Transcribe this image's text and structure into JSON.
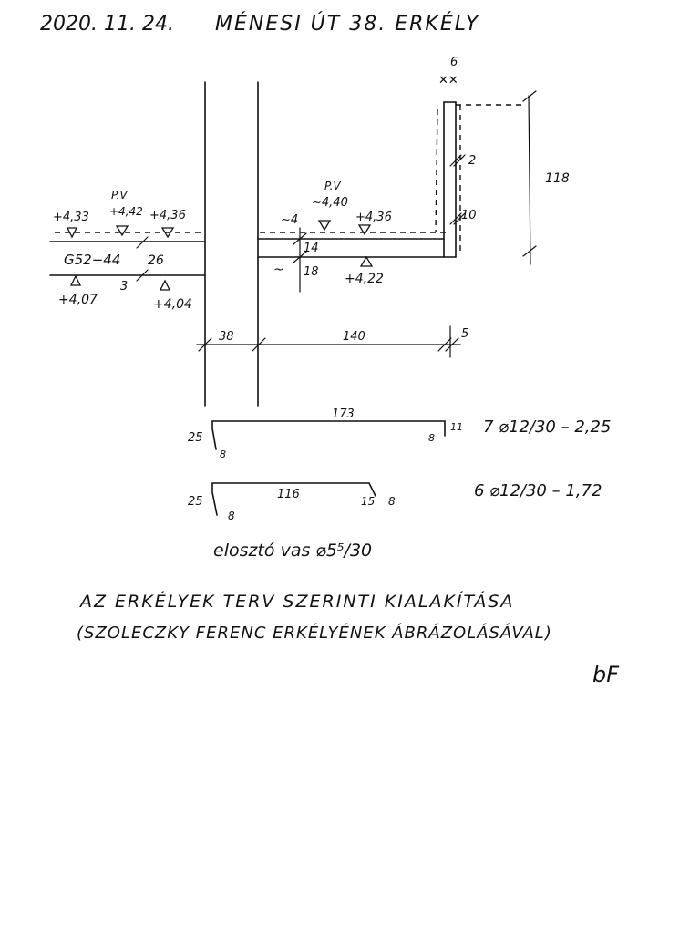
{
  "header": {
    "date": "2020. 11. 24.",
    "location": "MÉNESI ÚT 38. ERKÉLY"
  },
  "section": {
    "dims": {
      "top_bars": "6",
      "wall_seg": "2",
      "parapet_h": "118",
      "cap": "10",
      "slab_t": "14",
      "under_18": "18",
      "minus4": "~4",
      "d38": "38",
      "d140": "140",
      "d5": "5",
      "d3": "3",
      "d26": "26"
    },
    "levels": {
      "pv_left": "P.V",
      "l433": "+4,33",
      "l442": "+4,42",
      "l436a": "+4,36",
      "pv_mid": "P.V",
      "l440": "~4,40",
      "l436b": "+4,36",
      "l422": "+4,22",
      "l407": "+4,07",
      "l404": "+4,04"
    },
    "g_label": "G52−44"
  },
  "rebar": {
    "r1": {
      "len": "173",
      "left_hook": "25",
      "left_end": "8",
      "right_a": "8",
      "right_b": "11",
      "spec": "7 ⌀12/30 – 2,25"
    },
    "r2": {
      "len": "116",
      "left_hook": "25",
      "left_end": "8",
      "right_a": "15",
      "right_b": "8",
      "spec": "6 ⌀12/30 – 1,72"
    },
    "distrib": "elosztó vas ⌀5⁵/30"
  },
  "notes": {
    "line1": "AZ ERKÉLYEK TERV SZERINTI KIALAKÍTÁSA",
    "line2": "(SZOLECZKY FERENC ERKÉLYÉNEK ÁBRÁZOLÁSÁVAL)",
    "signature": "bF"
  },
  "colors": {
    "ink": "#111111",
    "paper": "#ffffff"
  }
}
